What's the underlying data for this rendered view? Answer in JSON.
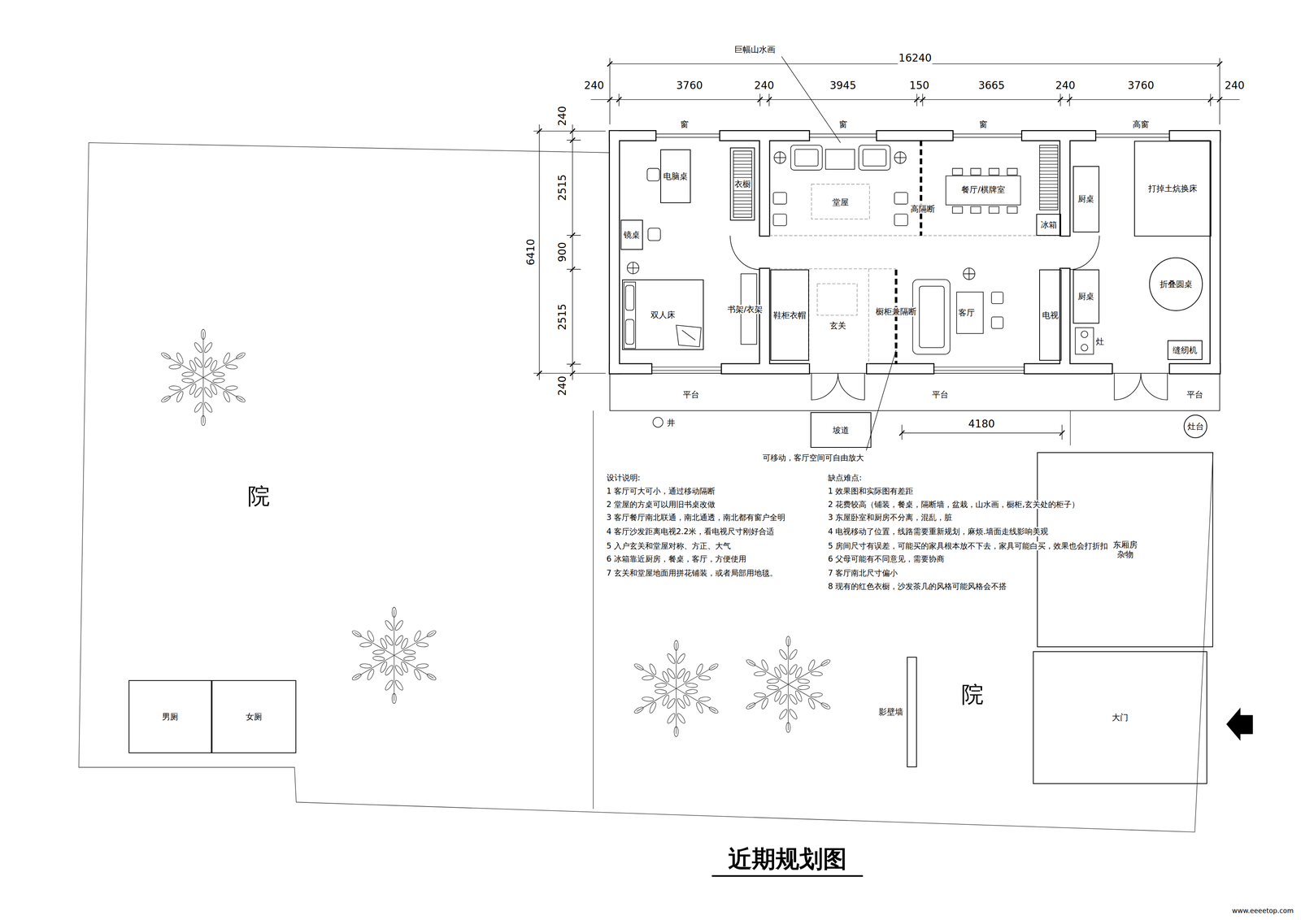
{
  "diagram": {
    "title": "近期规划图",
    "nodes": [
      {
        "text": [
          "电脑桌"
        ]
      },
      {
        "text": [
          "衣橱"
        ]
      },
      {
        "text": [
          "冰箱"
        ]
      },
      {
        "text": [
          "厨桌"
        ]
      },
      {
        "text": [
          "打掉土炕换床"
        ]
      },
      {
        "text": [
          "镜桌"
        ]
      },
      {
        "text": [
          "双人床"
        ]
      },
      {
        "text": [
          "鞋柜衣帽"
        ]
      },
      {
        "text": [
          "电视"
        ]
      },
      {
        "text": [
          "厨桌"
        ]
      },
      {
        "text": [
          "折叠圆桌"
        ]
      },
      {
        "text": [
          "缝纫机"
        ]
      },
      {
        "text": [
          "坡道"
        ]
      },
      {
        "text": [
          "灶台"
        ]
      },
      {
        "text": [
          "东厢房 杂物"
        ]
      },
      {
        "text": [
          "大门"
        ]
      },
      {
        "text": [
          "影壁墙"
        ]
      },
      {
        "text": [
          "男厕"
        ]
      },
      {
        "text": [
          "女厕"
        ]
      }
    ],
    "labels": [
      "16240",
      "240",
      "3760",
      "240",
      "3945",
      "150",
      "3665",
      "240",
      "3760",
      "240",
      "240",
      "2515",
      "900",
      "2515",
      "240",
      "6410",
      "巨幅山水画",
      "窗",
      "窗",
      "窗",
      "高窗",
      "堂屋",
      "高隔断",
      "餐厅/棋牌室",
      "书架/衣架",
      "玄关",
      "橱柜兼隔断",
      "客厅",
      "灶",
      "平台",
      "平台",
      "平台",
      "井",
      "4180",
      "可移动，客厅空间可自由放大",
      "设计说明:",
      "1 客厅可大可小，通过移动隔断",
      "2 堂屋的方桌可以用旧书桌改做",
      "3 客厅餐厅南北联通，南北通透，南北都有窗户全明",
      "4 客厅沙发距离电视2.2米，看电视尺寸刚好合适",
      "5 入户玄关和堂屋对称、方正、大气",
      "6 冰箱靠近厨房，餐桌，客厅，方便使用",
      "7 玄关和堂屋地面用拼花铺装，或者局部用地毯。",
      "缺点难点:",
      "1 效果图和实际图有差距",
      "2 花费较高（铺装，餐桌，隔断墙，盆栽，山水画，橱柜,玄关处的柜子）",
      "3 东屋卧室和厨房不分离，混乱，脏",
      "4 电视移动了位置，线路需要重新规划，麻烦.墙面走线影响美观",
      "5 房间尺寸有误差，可能买的家具根本放不下去，家具可能白买，效果也会打折扣",
      "6 父母可能有不同意见，需要协商",
      "7 客厅南北尺寸偏小",
      "8 现有的红色衣橱，沙发茶几的风格可能风格会不搭",
      "院",
      "院",
      "www.eeeetop.com"
    ]
  }
}
